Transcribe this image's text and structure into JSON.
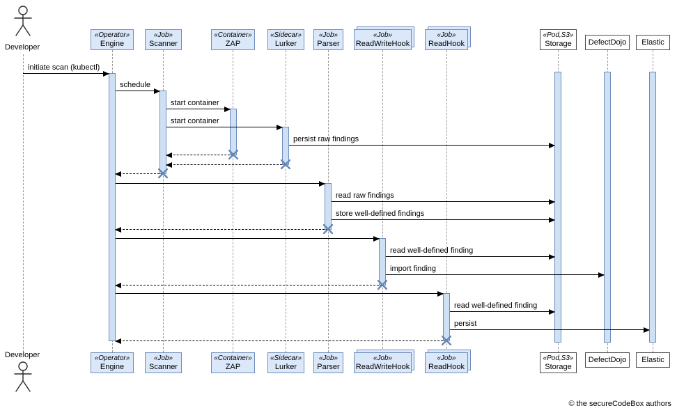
{
  "diagram_type": "uml-sequence",
  "actor": {
    "name": "Developer"
  },
  "participants": [
    {
      "stereotype": "«Operator»",
      "name": "Engine"
    },
    {
      "stereotype": "«Job»",
      "name": "Scanner"
    },
    {
      "stereotype": "«Container»",
      "name": "ZAP"
    },
    {
      "stereotype": "«Sidecar»",
      "name": "Lurker"
    },
    {
      "stereotype": "«Job»",
      "name": "Parser"
    },
    {
      "stereotype": "«Job»",
      "name": "ReadWriteHook"
    },
    {
      "stereotype": "«Job»",
      "name": "ReadHook"
    },
    {
      "stereotype": "«Pod,S3»",
      "name": "Storage"
    },
    {
      "stereotype": "",
      "name": "DefectDojo"
    },
    {
      "stereotype": "",
      "name": "Elastic"
    }
  ],
  "messages": [
    {
      "from": "Developer",
      "to": "Engine",
      "label": "initiate scan (kubectl)",
      "kind": "sync"
    },
    {
      "from": "Engine",
      "to": "Scanner",
      "label": "schedule",
      "kind": "sync"
    },
    {
      "from": "Scanner",
      "to": "ZAP",
      "label": "start container",
      "kind": "sync"
    },
    {
      "from": "Scanner",
      "to": "Lurker",
      "label": "start container",
      "kind": "sync"
    },
    {
      "from": "Lurker",
      "to": "Storage",
      "label": "persist raw findings",
      "kind": "sync"
    },
    {
      "from": "ZAP",
      "to": "Scanner",
      "label": "",
      "kind": "return"
    },
    {
      "from": "Lurker",
      "to": "Scanner",
      "label": "",
      "kind": "return"
    },
    {
      "from": "Scanner",
      "to": "Engine",
      "label": "",
      "kind": "return"
    },
    {
      "from": "Engine",
      "to": "Parser",
      "label": "",
      "kind": "sync"
    },
    {
      "from": "Parser",
      "to": "Storage",
      "label": "read raw findings",
      "kind": "sync"
    },
    {
      "from": "Parser",
      "to": "Storage",
      "label": "store well-defined findings",
      "kind": "sync"
    },
    {
      "from": "Parser",
      "to": "Engine",
      "label": "",
      "kind": "return"
    },
    {
      "from": "Engine",
      "to": "ReadWriteHook",
      "label": "",
      "kind": "sync"
    },
    {
      "from": "ReadWriteHook",
      "to": "Storage",
      "label": "read well-defined finding",
      "kind": "sync"
    },
    {
      "from": "ReadWriteHook",
      "to": "DefectDojo",
      "label": "import finding",
      "kind": "sync"
    },
    {
      "from": "ReadWriteHook",
      "to": "Engine",
      "label": "",
      "kind": "return"
    },
    {
      "from": "Engine",
      "to": "ReadHook",
      "label": "",
      "kind": "sync"
    },
    {
      "from": "ReadHook",
      "to": "Storage",
      "label": "read well-defined finding",
      "kind": "sync"
    },
    {
      "from": "ReadHook",
      "to": "Elastic",
      "label": "persist",
      "kind": "sync"
    },
    {
      "from": "ReadHook",
      "to": "Engine",
      "label": "",
      "kind": "return"
    }
  ],
  "footer": {
    "text": "© the secureCodeBox authors"
  },
  "colors": {
    "participant_fill": "#dbe8fa",
    "participant_border": "#6e8dba",
    "activation_fill": "#cfe0f4",
    "external_border": "#4a4a4a",
    "destroy_x": "#6486b8",
    "lifeline": "#9a9a9a"
  }
}
